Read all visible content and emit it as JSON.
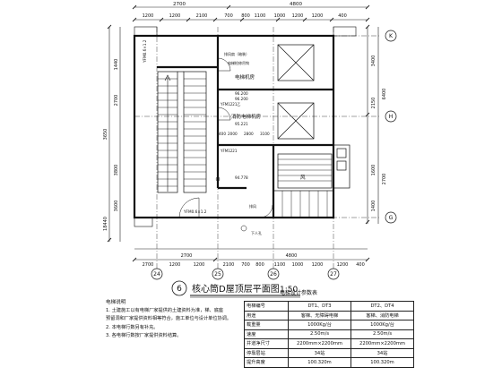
{
  "dims_top": [
    "2700",
    "4800",
    "1200",
    "1200",
    "2100",
    "700",
    "800",
    "1100",
    "1000",
    "1200",
    "1200",
    "400"
  ],
  "dims_bottom": [
    "2700",
    "4800",
    "2700",
    "1200",
    "1200",
    "2100",
    "700",
    "800",
    "1100",
    "1000",
    "1200",
    "1200",
    "400"
  ],
  "dims_right": [
    "3400",
    "2150",
    "1600",
    "6400",
    "2700",
    "1400"
  ],
  "dims_left": [
    "1440",
    "2700",
    "3800",
    "3600",
    "3650",
    "18440"
  ],
  "axis_right": [
    "K",
    "H",
    "G"
  ],
  "axis_bottom": [
    "24",
    "25",
    "26",
    "27"
  ],
  "rooms": {
    "room1": "电梯机房",
    "room2": "消防电梯机房",
    "label1": "排风扇（暗装）",
    "label2": "电梯检修吊钩",
    "label3": "YFM0.6×1.2",
    "label4": "YFM1221乙",
    "label5": "YFM1221",
    "label6": "排风",
    "label7": "下人孔",
    "label8": "风"
  },
  "elevations": [
    "96.200",
    "94.778",
    "95.221",
    "96.200"
  ],
  "misc_labels": [
    "2000",
    "2800",
    "3100",
    "400"
  ],
  "title": "核心筒D屋顶层平面图",
  "scale": "1:50",
  "index_no": "6",
  "notes": {
    "header": "电梯说明",
    "lines": [
      "1. 土建施工以有电梯厂家提供的土建资料为准，梯、底座",
      "预留洞和厂家提供资料相等符合，施工单位与设计单位协调。",
      "2. 本电梯行数另有补充。",
      "3. 各电梯行数按厂家提供资料结算。"
    ]
  },
  "spec_table": {
    "title": "电梯设计参数表",
    "rows": [
      [
        "电梯编号",
        "DT1、DT3",
        "DT2、DT4"
      ],
      [
        "用途",
        "客梯、无障碍电梯",
        "客梯、消防电梯"
      ],
      [
        "载重量",
        "1000Kg/台",
        "1000Kg/台"
      ],
      [
        "速度",
        "2.50m/s",
        "2.50m/s"
      ],
      [
        "井道净尺寸",
        "2200mm×2200mm",
        "2200mm×2200mm"
      ],
      [
        "停靠层站",
        "34站",
        "34站"
      ],
      [
        "提升高度",
        "100.320m",
        "100.320m"
      ]
    ]
  },
  "colors": {
    "line": "#1a1a1a",
    "paper": "#ffffff"
  }
}
